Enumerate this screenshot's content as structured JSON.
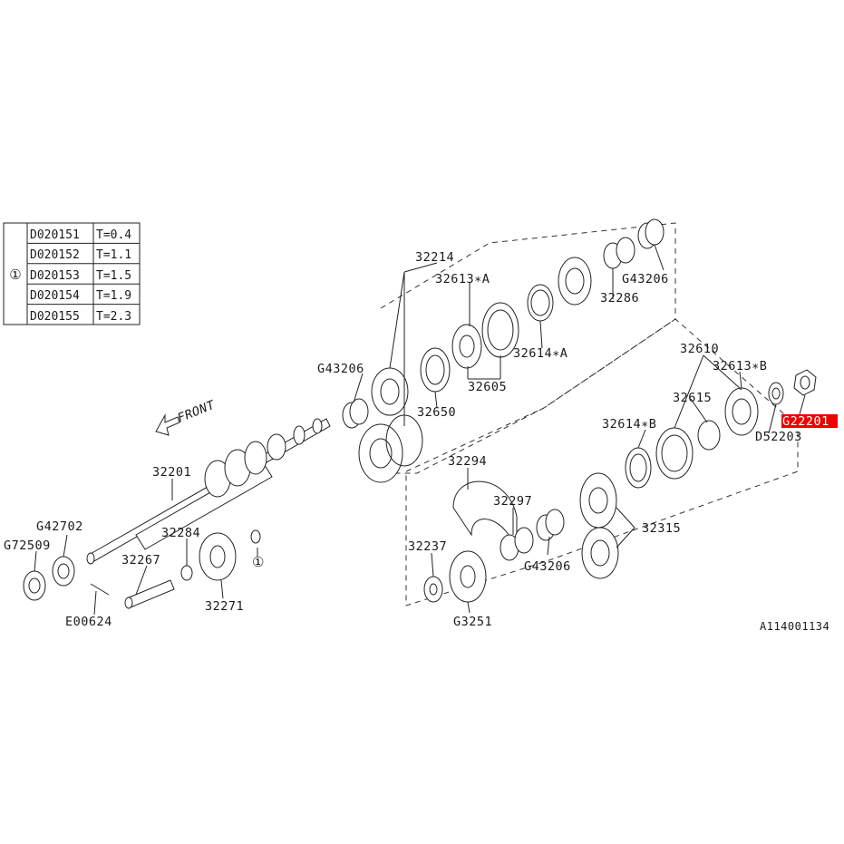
{
  "spec_table": {
    "circled_ref": "①",
    "rows": [
      {
        "part": "D020151",
        "thickness": "T=0.4"
      },
      {
        "part": "D020152",
        "thickness": "T=1.1"
      },
      {
        "part": "D020153",
        "thickness": "T=1.5"
      },
      {
        "part": "D020154",
        "thickness": "T=1.9"
      },
      {
        "part": "D020155",
        "thickness": "T=2.3"
      }
    ]
  },
  "front_label": "FRONT",
  "callouts": {
    "p32214": "32214",
    "p32613A": "32613∗A",
    "pG43206_top": "G43206",
    "p32286": "32286",
    "p32614A": "32614∗A",
    "pG43206_left": "G43206",
    "p32605": "32605",
    "p32650": "32650",
    "p32610": "32610",
    "p32613B": "32613∗B",
    "p32615": "32615",
    "pG22201": "G22201",
    "pD52203": "D52203",
    "p32614B": "32614∗B",
    "p32201": "32201",
    "p32294": "32294",
    "p32297": "32297",
    "p32315": "32315",
    "pG42702": "G42702",
    "pG72509": "G72509",
    "p32284": "32284",
    "p32267": "32267",
    "p32237": "32237",
    "pG43206_bottom": "G43206",
    "pE00624": "E00624",
    "p32271": "32271",
    "pG3251": "G3251",
    "circled_ref_small": "①",
    "diagram_id": "A114001134"
  },
  "highlight_color": "#ee0000"
}
